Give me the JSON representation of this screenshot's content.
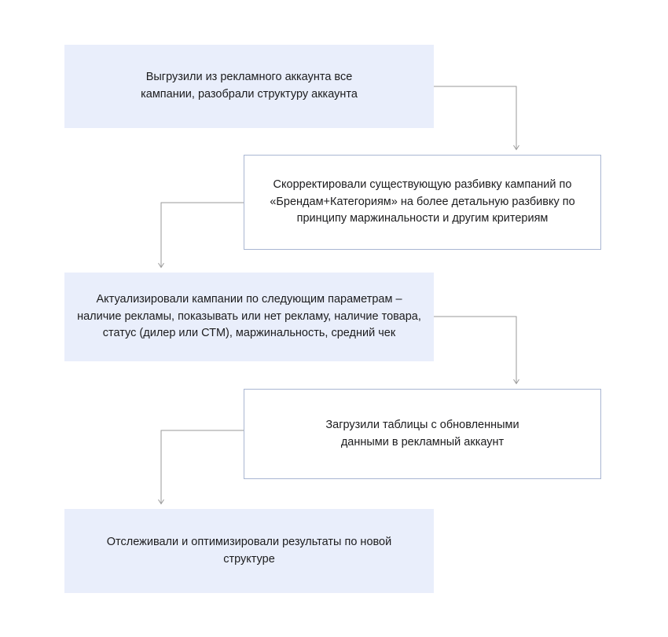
{
  "diagram": {
    "type": "flowchart",
    "steps": [
      {
        "id": 1,
        "variant": "filled",
        "text": "Выгрузили из рекламного аккаунта все кампании, разобрали структуру аккаунта"
      },
      {
        "id": 2,
        "variant": "outlined",
        "text": "Скорректировали существующую разбивку кампаний по «Брендам+Категориям» на более детальную разбивку по принципу маржинальности и другим критериям"
      },
      {
        "id": 3,
        "variant": "filled",
        "text": "Актуализировали кампании по следующим параметрам – наличие рекламы, показывать или нет рекламу, наличие товара, статус (дилер или СТМ), маржинальность, средний чек"
      },
      {
        "id": 4,
        "variant": "outlined",
        "text": "Загрузили таблицы с обновленными данными в рекламный аккаунт"
      },
      {
        "id": 5,
        "variant": "filled",
        "text": "Отслеживали и оптимизировали результаты по новой структуре"
      }
    ],
    "connections": [
      {
        "from": 1,
        "to": 2
      },
      {
        "from": 2,
        "to": 3
      },
      {
        "from": 3,
        "to": 4
      },
      {
        "from": 4,
        "to": 5
      }
    ],
    "colors": {
      "background": "#ffffff",
      "filled_box_fill": "#e9eefb",
      "outlined_box_border": "#a9b6d2",
      "outlined_box_fill": "#ffffff",
      "arrow": "#9a9a9a",
      "text": "#1c1c1e"
    }
  }
}
